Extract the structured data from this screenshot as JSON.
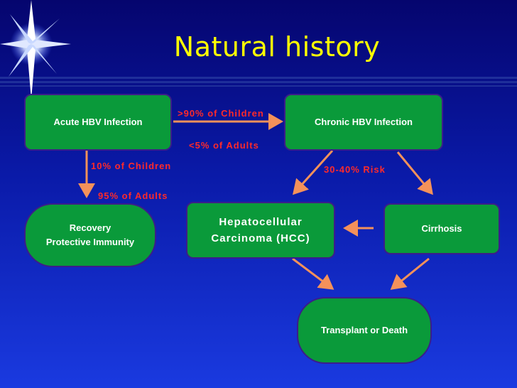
{
  "slide": {
    "title": "Natural history"
  },
  "nodes": {
    "acute": "Acute HBV Infection",
    "chronic": "Chronic HBV Infection",
    "recovery": "Recovery\nProtective Immunity",
    "hcc": "Hepatocellular\nCarcinoma (HCC)",
    "cirrhosis": "Cirrhosis",
    "transplant": "Transplant or Death"
  },
  "edge_labels": {
    "children_chronic": ">90% of Children",
    "adults_chronic": "<5% of Adults",
    "children_recovery": "10% of Children",
    "adults_recovery": "95% of Adults",
    "risk": "30-40% Risk"
  },
  "colors": {
    "background_top": "#05056e",
    "background_bottom": "#1a3ae0",
    "title": "#ffff00",
    "node_fill": "#0a9a3a",
    "node_border": "#3b1d8a",
    "arrow": "#f4915a",
    "edge_label": "#ff2a2a"
  }
}
